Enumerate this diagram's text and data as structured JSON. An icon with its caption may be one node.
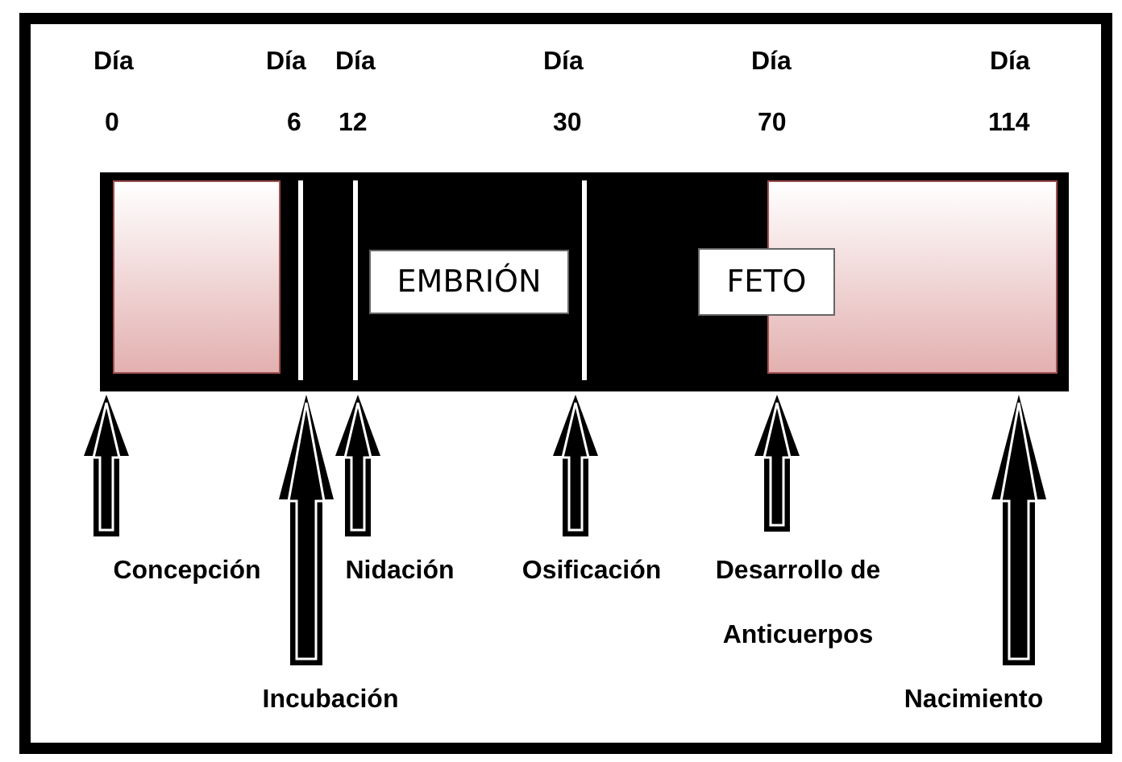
{
  "diagram": {
    "nodes": [
      {
        "text": [],
        "shape": "bar"
      },
      {
        "text": [],
        "shape": "box",
        "in": 0
      },
      {
        "text": [
          "EMBRIÓN"
        ],
        "in": 0
      },
      {
        "text": [
          "FETO"
        ],
        "in": 0
      },
      {
        "text": [],
        "shape": "box",
        "in": 0
      },
      {
        "text": [
          "Concepción"
        ]
      },
      {
        "text": [
          "Incubación"
        ]
      },
      {
        "text": [
          "Nidación"
        ]
      },
      {
        "text": [
          "Osificación"
        ]
      },
      {
        "text": [
          "Desarrollo de Anticuerpos"
        ]
      },
      {
        "text": [
          "Nacimiento"
        ]
      }
    ],
    "edges": [
      {
        "from": 5,
        "to": null,
        "arrow": "to"
      },
      {
        "from": 6,
        "to": null,
        "arrow": "to"
      },
      {
        "from": 7,
        "to": null,
        "arrow": "to"
      },
      {
        "from": 8,
        "to": null,
        "arrow": "to"
      },
      {
        "from": 9,
        "to": null,
        "arrow": "to"
      },
      {
        "from": 10,
        "to": null,
        "arrow": "to"
      }
    ],
    "labels": [
      "Día",
      "Día",
      "Día",
      "Día",
      "Día",
      "Día",
      "0",
      "6",
      "12",
      "30",
      "70",
      "114"
    ]
  }
}
